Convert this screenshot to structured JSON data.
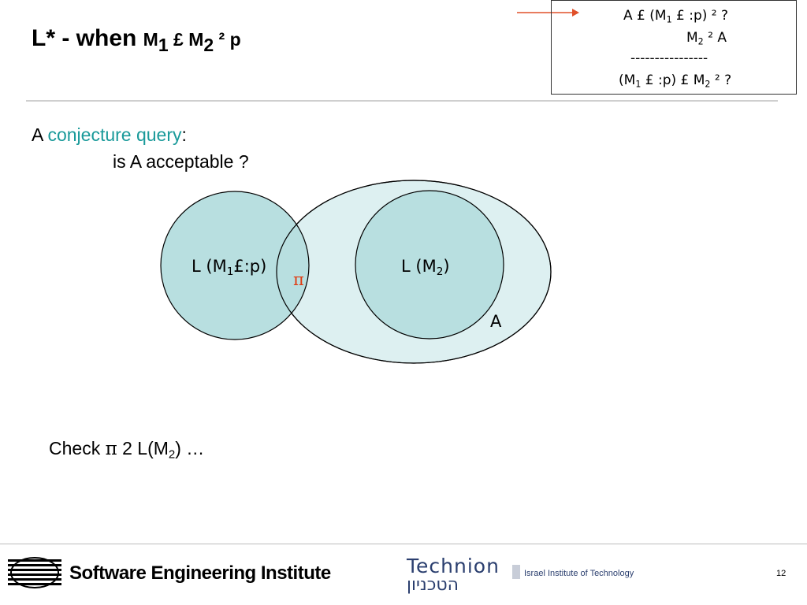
{
  "slide": {
    "title_main": "L* - when ",
    "title_m1": "M",
    "title_sub1": "1",
    "title_mid": " £ M",
    "title_sub2": "2",
    "title_end": " ²  p"
  },
  "rule": {
    "line1_a": "A £ (M",
    "line1_sub": "1",
    "line1_b": " £ :p) ² ?",
    "line2_a": "M",
    "line2_sub": "2",
    "line2_b": " ² A",
    "separator": "----------------",
    "line4_a": "(M",
    "line4_sub1": "1",
    "line4_b": " £ :p) £ M",
    "line4_sub2": "2",
    "line4_c": " ² ?"
  },
  "question": {
    "prefix": "A ",
    "accent": "conjecture query",
    "suffix": ":",
    "line2": "is A acceptable ?"
  },
  "diagram": {
    "left_label_a": "L (M",
    "left_label_sub": "1",
    "left_label_b": "£:p)",
    "right_label_a": "L (M",
    "right_label_sub": "2",
    "right_label_b": ")",
    "pi": "π",
    "a_label": "A"
  },
  "check": {
    "a": "Check ",
    "pi": "π",
    "b": " 2 L(M",
    "sub": "2",
    "c": ") …"
  },
  "footer": {
    "sei": "Software Engineering Institute",
    "technion_en": "Technion",
    "technion_he": "הטכניון",
    "technion_sub": "Israel Institute of Technology",
    "page_number": "12"
  },
  "colors": {
    "accent": "#1a9a9a",
    "circle_fill": "#b8dfe0",
    "ellipse_fill": "#ddf0f1",
    "arrow": "#e0502a",
    "pi": "#e03a10"
  }
}
